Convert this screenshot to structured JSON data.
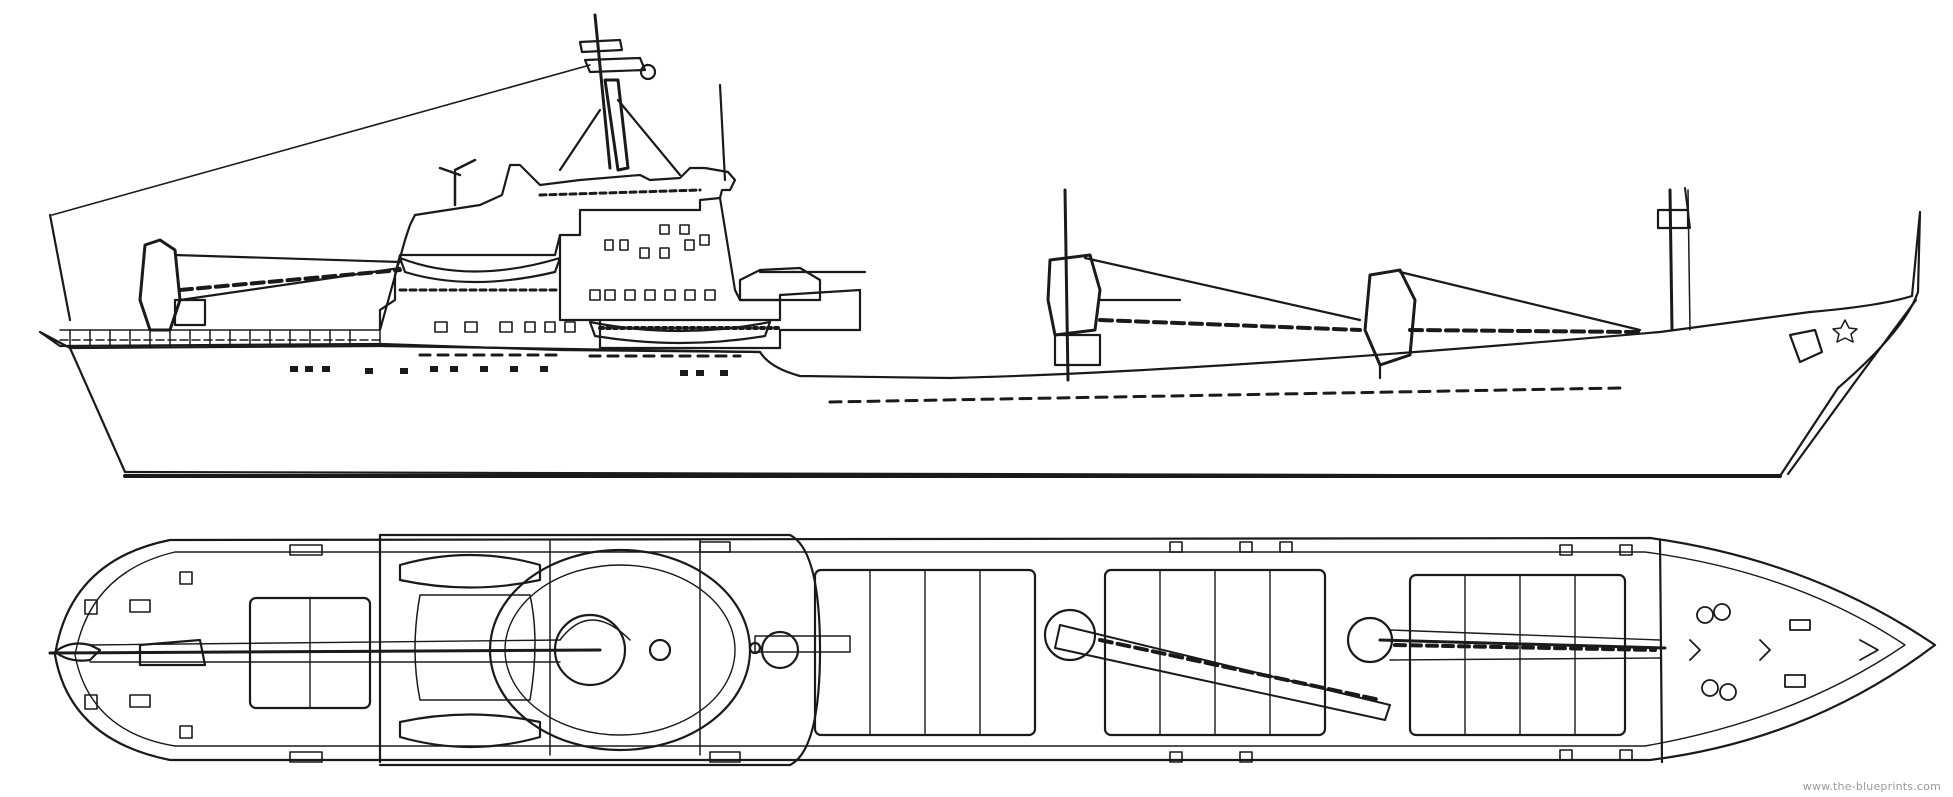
{
  "blueprint": {
    "views": [
      {
        "id": "side",
        "label": ""
      },
      {
        "id": "top",
        "label": ""
      }
    ],
    "watermark": "www.the-blueprints.com",
    "line_color": "#1a1a1a",
    "paper_color": "#ffffff"
  }
}
